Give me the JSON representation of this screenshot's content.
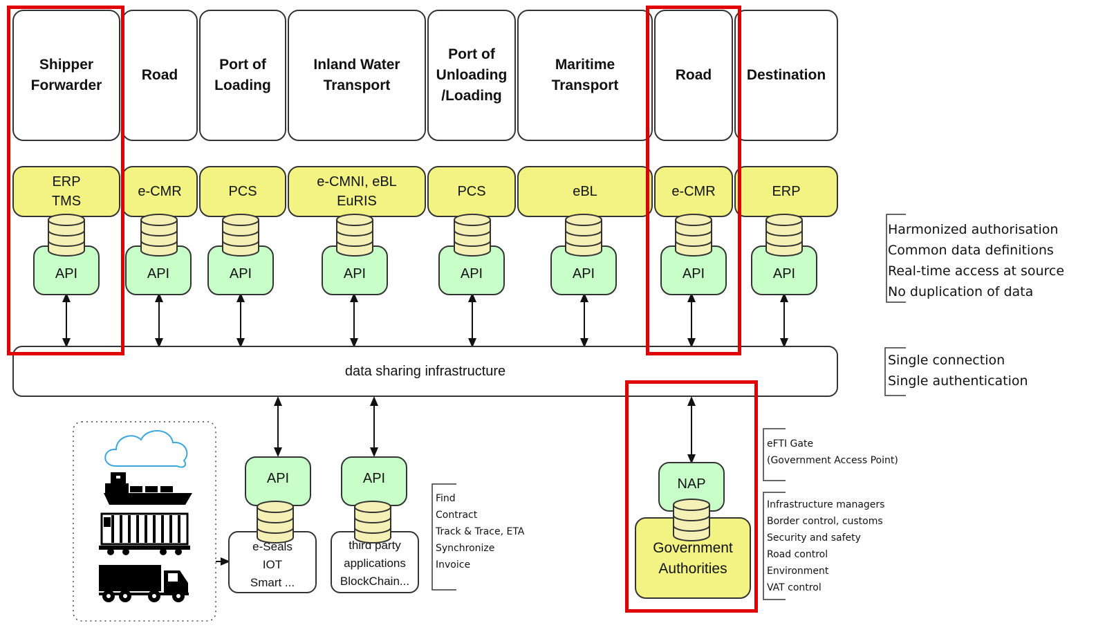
{
  "columns": [
    {
      "stage": "Shipper\nForwarder",
      "system": "ERP\nTMS",
      "api": "API"
    },
    {
      "stage": "Road",
      "system": "e-CMR",
      "api": "API"
    },
    {
      "stage": "Port of\nLoading",
      "system": "PCS",
      "api": "API"
    },
    {
      "stage": "Inland Water\nTransport",
      "system": "e-CMNI, eBL\nEuRIS",
      "api": "API"
    },
    {
      "stage": "Port of\nUnloading\n/Loading",
      "system": "PCS",
      "api": "API"
    },
    {
      "stage": "Maritime\nTransport",
      "system": "eBL",
      "api": "API"
    },
    {
      "stage": "Road",
      "system": "e-CMR",
      "api": "API"
    },
    {
      "stage": "Destination",
      "system": "ERP",
      "api": "API"
    }
  ],
  "infrastructure": {
    "label": "data sharing infrastructure"
  },
  "notes": {
    "api_properties": [
      "Harmonized authorisation",
      "Common data definitions",
      "Real-time access at source",
      "No duplication of data"
    ],
    "infrastructure_properties": [
      "Single connection",
      "Single authentication"
    ],
    "efti_gate": [
      "eFTI Gate",
      "(Government Access Point)"
    ],
    "authority_roles": [
      "Infrastructure managers",
      "Border control, customs",
      "Security and safety",
      "Road control",
      "Environment",
      "VAT control"
    ],
    "third_party_services": [
      "Find",
      "Contract",
      "Track & Trace, ETA",
      "Synchronize",
      "Invoice"
    ]
  },
  "bottom": {
    "iot": {
      "api": "API",
      "label": "e-Seals\nIOT\nSmart ..."
    },
    "third_party": {
      "api": "API",
      "label": "third party\napplications\nBlockChain..."
    },
    "government": {
      "nap": "NAP",
      "label": "Government\nAuthorities"
    }
  },
  "icons": [
    "cloud-icon",
    "ship-icon",
    "train-icon",
    "truck-icon",
    "database-icon"
  ],
  "colors": {
    "system_fill": "#f3f383",
    "api_fill": "#c8ffc8",
    "highlight": "#e00000",
    "outline": "#333333"
  }
}
